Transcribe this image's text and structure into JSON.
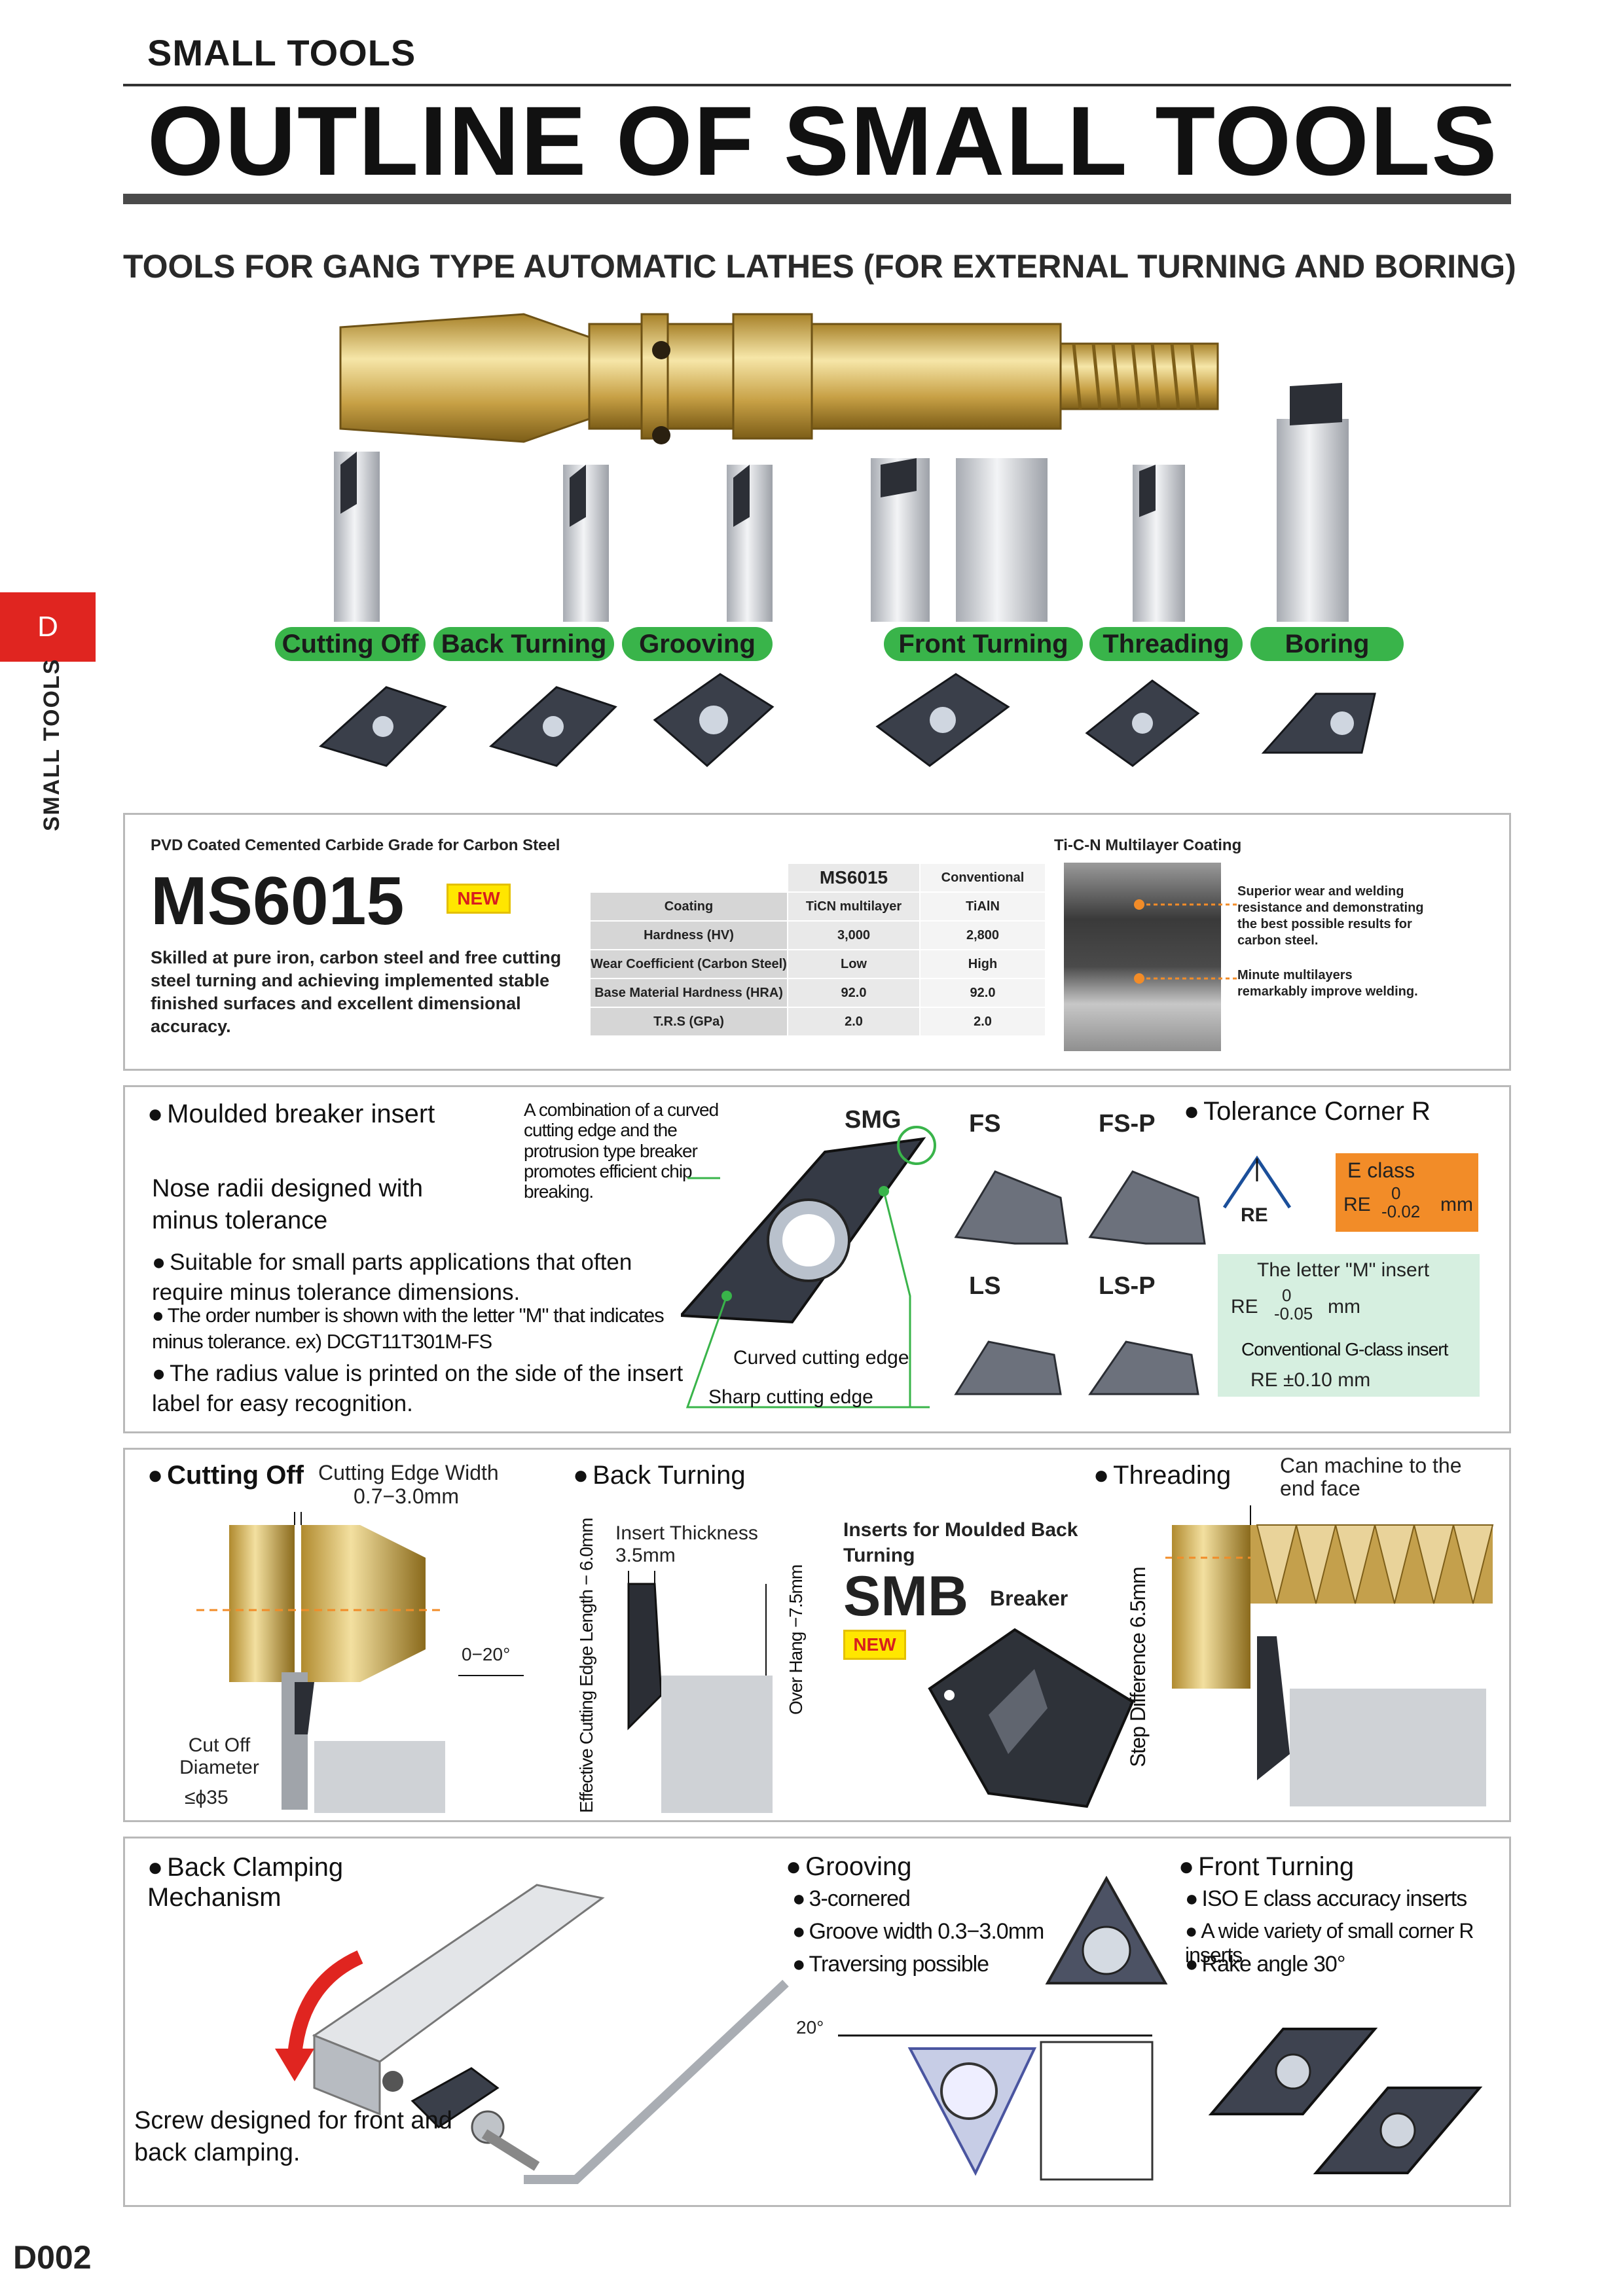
{
  "header": {
    "small_title": "SMALL TOOLS",
    "big_title": "OUTLINE OF SMALL TOOLS",
    "subtitle": "TOOLS FOR GANG TYPE AUTOMATIC LATHES (FOR EXTERNAL TURNING AND BORING)"
  },
  "side": {
    "tab": "D",
    "label": "SMALL TOOLS"
  },
  "tool_labels": [
    "Cutting Off",
    "Back Turning",
    "Grooving",
    "Front Turning",
    "Threading",
    "Boring"
  ],
  "ms6015": {
    "caption": "PVD Coated Cemented Carbide Grade for Carbon Steel",
    "name": "MS6015",
    "badge": "NEW",
    "desc": "Skilled at pure iron, carbon steel and free cutting steel turning and achieving implemented stable finished surfaces and excellent dimensional accuracy.",
    "table": {
      "headers": [
        "",
        "MS6015",
        "Conventional"
      ],
      "rows": [
        [
          "Coating",
          "TiCN multilayer",
          "TiAlN"
        ],
        [
          "Hardness (HV)",
          "3,000",
          "2,800"
        ],
        [
          "Wear Coefficient (Carbon Steel)",
          "Low",
          "High"
        ],
        [
          "Base Material Hardness (HRA)",
          "92.0",
          "92.0"
        ],
        [
          "T.R.S (GPa)",
          "2.0",
          "2.0"
        ]
      ]
    },
    "coating_title": "Ti-C-N Multilayer Coating",
    "coating_note1": "Superior wear and welding resistance and demonstrating the best possible results for carbon steel.",
    "coating_note2": "Minute multilayers remarkably improve welding."
  },
  "moulded": {
    "title": "Moulded breaker insert",
    "callout": "A combination of a curved cutting edge and the protrusion type breaker promotes efficient chip breaking.",
    "nose": "Nose radii designed with minus tolerance",
    "bullets": [
      "Suitable for small parts applications that often require minus tolerance dimensions.",
      "The order number is shown with the letter \"M\" that indicates minus tolerance. ex) DCGT11T301M-FS",
      "The radius value is printed on the side of the insert label for easy recognition."
    ],
    "smg": "SMG",
    "curved": "Curved cutting edge",
    "sharp": "Sharp cutting edge",
    "breakers": [
      "FS",
      "FS-P",
      "LS",
      "LS-P"
    ],
    "tol_title": "Tolerance Corner R",
    "re": "RE",
    "e_class": "E class",
    "e_class_val": "RE",
    "e_upper": "0",
    "e_lower": "-0.02",
    "mm": "mm",
    "m_title": "The letter \"M\" insert",
    "m_re": "RE",
    "m_upper": "0",
    "m_lower": "-0.05",
    "conv": "Conventional G-class insert",
    "conv_val": "RE ±0.10 mm"
  },
  "cutting_off": {
    "title": "Cutting Off",
    "width_label": "Cutting Edge Width",
    "width_val": "0.7−3.0mm",
    "angle": "0−20°",
    "dia_label": "Cut Off Diameter",
    "dia_val": "≤ϕ35"
  },
  "back_turning": {
    "title": "Back Turning",
    "thickness": "Insert Thickness",
    "thickness_val": "3.5mm",
    "effective": "Effective Cutting Edge Length − 6.0mm",
    "overhang": "Over Hang −7.5mm",
    "inserts_for": "Inserts for Moulded Back Turning",
    "smb": "SMB",
    "breaker": "Breaker",
    "badge": "NEW"
  },
  "threading": {
    "title": "Threading",
    "note": "Can machine to the end face",
    "step": "Step Difference 6.5mm"
  },
  "clamping": {
    "title": "Back Clamping Mechanism",
    "note": "Screw designed for front and back clamping."
  },
  "grooving": {
    "title": "Grooving",
    "bullets": [
      "3-cornered",
      "Groove width 0.3−3.0mm",
      "Traversing possible"
    ],
    "angle": "20°"
  },
  "front_turning": {
    "title": "Front Turning",
    "bullets": [
      "ISO E class accuracy inserts",
      "A wide variety of small corner R inserts",
      "Rake angle 30°"
    ]
  },
  "page": "D002",
  "colors": {
    "accent_red": "#e02520",
    "label_green": "#39b44a",
    "badge_yellow": "#ffe600",
    "tol_orange": "#f28c28"
  }
}
